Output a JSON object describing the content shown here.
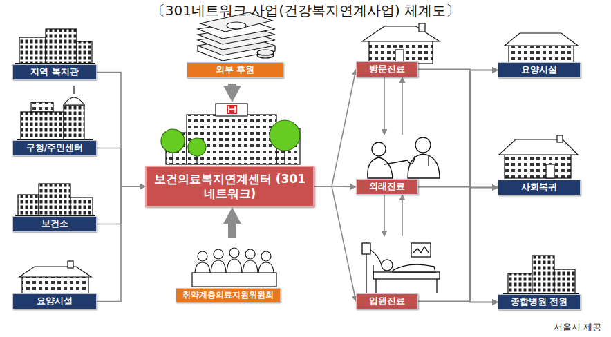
{
  "diagram": {
    "title": "〔301네트워크 사업(건강복지연계사업) 체계도〕",
    "caption": "서울시 제공",
    "nodes": [
      {
        "text": [
          "지역 복지관"
        ]
      },
      {
        "text": [
          "구청/주민센터"
        ]
      },
      {
        "text": [
          "보건소"
        ]
      },
      {
        "text": [
          "요양시설"
        ]
      },
      {
        "text": [
          "외부 후원"
        ]
      },
      {
        "text": [
          "보건의료복지연계센터 (301 네트워크)"
        ]
      },
      {
        "text": [
          "취약계층의료지원위원회"
        ]
      },
      {
        "text": [
          "방문진료"
        ]
      },
      {
        "text": [
          "외래진료"
        ]
      },
      {
        "text": [
          "입원진료"
        ]
      },
      {
        "text": [
          "요양시설"
        ]
      },
      {
        "text": [
          "사회복귀"
        ]
      },
      {
        "text": [
          "종합병원 전원"
        ]
      }
    ],
    "edges": [
      {
        "from": 0,
        "to": 5,
        "arrow": "to"
      },
      {
        "from": 1,
        "to": 5,
        "arrow": "to"
      },
      {
        "from": 2,
        "to": 5,
        "arrow": "to"
      },
      {
        "from": 3,
        "to": 5,
        "arrow": "to"
      },
      {
        "from": 4,
        "to": 5,
        "arrow": "to"
      },
      {
        "from": 6,
        "to": 5,
        "arrow": "to"
      },
      {
        "from": 5,
        "to": 7,
        "arrow": "to"
      },
      {
        "from": 5,
        "to": 8,
        "arrow": "to"
      },
      {
        "from": 5,
        "to": 9,
        "arrow": "to"
      },
      {
        "from": 7,
        "to": 8,
        "arrow": "to"
      },
      {
        "from": 8,
        "to": 7,
        "arrow": "to"
      },
      {
        "from": 8,
        "to": 9,
        "arrow": "to"
      },
      {
        "from": 9,
        "to": 8,
        "arrow": "to"
      },
      {
        "from": 7,
        "to": 10,
        "arrow": "to"
      },
      {
        "from": 7,
        "to": 11,
        "arrow": "to"
      },
      {
        "from": 7,
        "to": 12,
        "arrow": "to"
      },
      {
        "from": 8,
        "to": 10,
        "arrow": "to"
      },
      {
        "from": 8,
        "to": 11,
        "arrow": "to"
      },
      {
        "from": 8,
        "to": 12,
        "arrow": "to"
      },
      {
        "from": 9,
        "to": 10,
        "arrow": "to"
      },
      {
        "from": 9,
        "to": 11,
        "arrow": "to"
      },
      {
        "from": 9,
        "to": 12,
        "arrow": "to"
      }
    ]
  }
}
